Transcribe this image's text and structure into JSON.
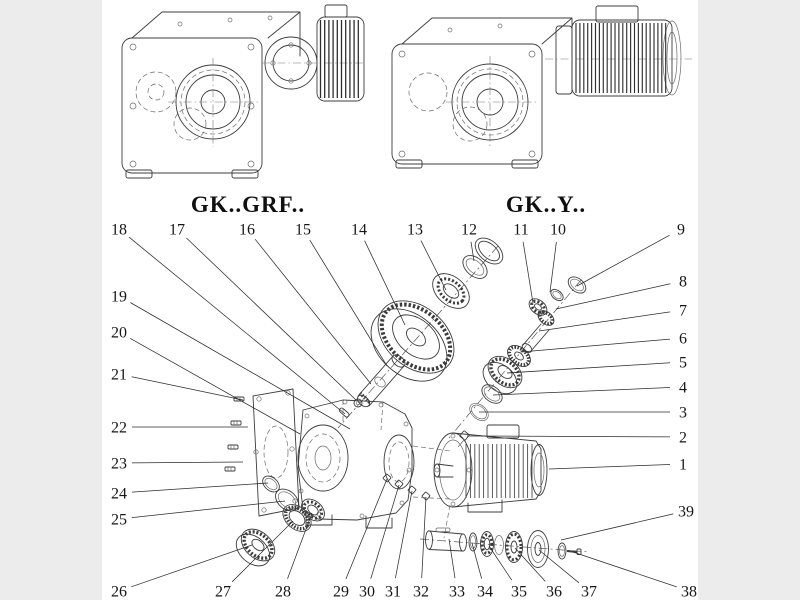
{
  "colors": {
    "background": "#ececec",
    "sheet": "#ffffff",
    "line": "#3c3c3c",
    "text": "#161616"
  },
  "titles": [
    {
      "label": "GK..GRF.."
    },
    {
      "label": "GK..Y.."
    }
  ],
  "callouts": [
    {
      "n": "18",
      "label": [
        119,
        229
      ],
      "end": [
        345,
        414
      ]
    },
    {
      "n": "17",
      "label": [
        177,
        229
      ],
      "end": [
        356,
        400
      ]
    },
    {
      "n": "16",
      "label": [
        247,
        229
      ],
      "end": [
        371,
        384
      ]
    },
    {
      "n": "15",
      "label": [
        303,
        229
      ],
      "end": [
        387,
        366
      ]
    },
    {
      "n": "14",
      "label": [
        359,
        229
      ],
      "end": [
        405,
        325
      ]
    },
    {
      "n": "13",
      "label": [
        415,
        229
      ],
      "end": [
        446,
        290
      ]
    },
    {
      "n": "12",
      "label": [
        469,
        229
      ],
      "end": [
        474,
        261
      ]
    },
    {
      "n": "11",
      "label": [
        521,
        229
      ],
      "end": [
        533,
        303
      ]
    },
    {
      "n": "10",
      "label": [
        558,
        229
      ],
      "end": [
        550,
        292
      ]
    },
    {
      "n": "9",
      "label": [
        681,
        229
      ],
      "end": [
        577,
        286
      ]
    },
    {
      "n": "8",
      "label": [
        683,
        281
      ],
      "end": [
        556,
        309
      ]
    },
    {
      "n": "7",
      "label": [
        683,
        310
      ],
      "end": [
        539,
        331
      ]
    },
    {
      "n": "6",
      "label": [
        683,
        338
      ],
      "end": [
        521,
        352
      ]
    },
    {
      "n": "5",
      "label": [
        683,
        362
      ],
      "end": [
        507,
        373
      ]
    },
    {
      "n": "4",
      "label": [
        683,
        387
      ],
      "end": [
        493,
        395
      ]
    },
    {
      "n": "3",
      "label": [
        683,
        412
      ],
      "end": [
        479,
        412
      ]
    },
    {
      "n": "2",
      "label": [
        683,
        437
      ],
      "end": [
        467,
        436
      ]
    },
    {
      "n": "1",
      "label": [
        683,
        464
      ],
      "end": [
        549,
        469
      ]
    },
    {
      "n": "39",
      "label": [
        686,
        511
      ],
      "end": [
        561,
        540
      ]
    },
    {
      "n": "38",
      "label": [
        689,
        591
      ],
      "end": [
        573,
        552
      ]
    },
    {
      "n": "19",
      "label": [
        119,
        296
      ],
      "end": [
        350,
        429
      ]
    },
    {
      "n": "20",
      "label": [
        119,
        332
      ],
      "end": [
        300,
        434
      ]
    },
    {
      "n": "21",
      "label": [
        119,
        374
      ],
      "end": [
        243,
        400
      ]
    },
    {
      "n": "22",
      "label": [
        119,
        427
      ],
      "end": [
        248,
        427
      ]
    },
    {
      "n": "23",
      "label": [
        119,
        463
      ],
      "end": [
        243,
        462
      ]
    },
    {
      "n": "24",
      "label": [
        119,
        493
      ],
      "end": [
        268,
        483
      ]
    },
    {
      "n": "25",
      "label": [
        119,
        519
      ],
      "end": [
        285,
        501
      ]
    },
    {
      "n": "26",
      "label": [
        119,
        591
      ],
      "end": [
        252,
        545
      ]
    },
    {
      "n": "27",
      "label": [
        223,
        591
      ],
      "end": [
        293,
        521
      ]
    },
    {
      "n": "28",
      "label": [
        283,
        591
      ],
      "end": [
        312,
        513
      ]
    },
    {
      "n": "29",
      "label": [
        341,
        591
      ],
      "end": [
        387,
        479
      ]
    },
    {
      "n": "30",
      "label": [
        367,
        591
      ],
      "end": [
        399,
        485
      ]
    },
    {
      "n": "31",
      "label": [
        393,
        591
      ],
      "end": [
        412,
        491
      ]
    },
    {
      "n": "32",
      "label": [
        421,
        591
      ],
      "end": [
        426,
        497
      ]
    },
    {
      "n": "33",
      "label": [
        457,
        591
      ],
      "end": [
        449,
        539
      ]
    },
    {
      "n": "34",
      "label": [
        485,
        591
      ],
      "end": [
        472,
        543
      ]
    },
    {
      "n": "35",
      "label": [
        519,
        591
      ],
      "end": [
        489,
        546
      ]
    },
    {
      "n": "36",
      "label": [
        554,
        591
      ],
      "end": [
        515,
        548
      ]
    },
    {
      "n": "37",
      "label": [
        589,
        591
      ],
      "end": [
        539,
        550
      ]
    }
  ]
}
